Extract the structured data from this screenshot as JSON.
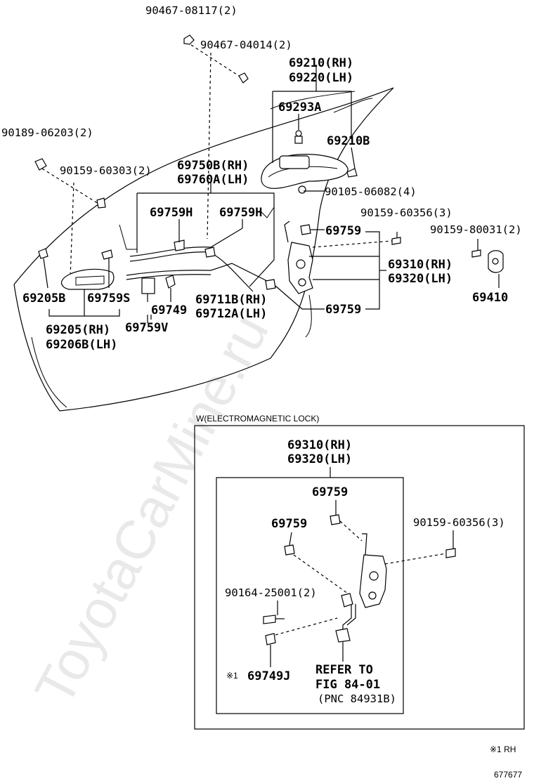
{
  "watermark": "ToyotaCarMine.ru",
  "labels": {
    "p90467_08117": "90467-08117(2)",
    "p90467_04014": "90467-04014(2)",
    "p69210_rh": "69210(RH)",
    "p69220_lh": "69220(LH)",
    "p69293A": "69293A",
    "p69210B": "69210B",
    "p90189_06203": "90189-06203(2)",
    "p90159_60303": "90159-60303(2)",
    "p69750B_rh": "69750B(RH)",
    "p69760A_lh": "69760A(LH)",
    "p90105_06082": "90105-06082(4)",
    "p90159_60356_top": "90159-60356(3)",
    "p90159_80031": "90159-80031(2)",
    "p69759H_a": "69759H",
    "p69759H_b": "69759H",
    "p69759_top": "69759",
    "p69310_rh_top": "69310(RH)",
    "p69320_lh_top": "69320(LH)",
    "p69410": "69410",
    "p69205B": "69205B",
    "p69759S": "69759S",
    "p69749": "69749",
    "p69711B_rh": "69711B(RH)",
    "p69712A_lh": "69712A(LH)",
    "p69759_mid": "69759",
    "p69205_rh": "69205(RH)",
    "p69206B_lh": "69206B(LH)",
    "p69759V": "69759V",
    "inset_title": "W(ELECTROMAGNETIC LOCK)",
    "p69310_rh_in": "69310(RH)",
    "p69320_lh_in": "69320(LH)",
    "p69759_in_a": "69759",
    "p69759_in_b": "69759",
    "p90159_60356_in": "90159-60356(3)",
    "p90164_25001": "90164-25001(2)",
    "note_marker": "※1",
    "p69749J": "69749J",
    "refer_1": "REFER TO",
    "refer_2": "FIG 84-01",
    "refer_3": "(PNC 84931B)",
    "footnote": "※1 RH",
    "figure_id": "677677"
  }
}
